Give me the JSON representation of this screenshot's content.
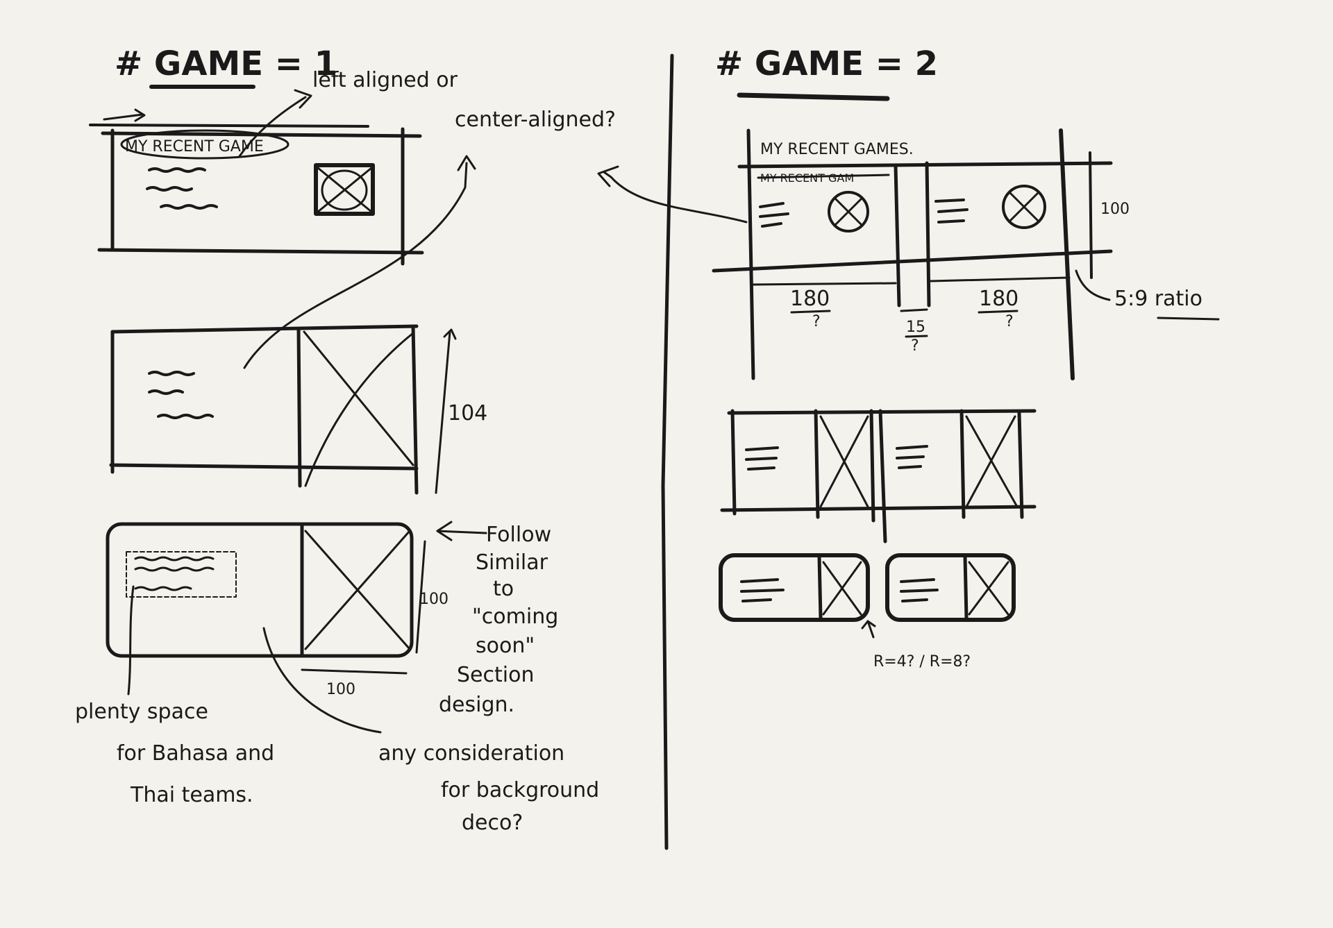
{
  "headings": {
    "game1": "# GAME = 1",
    "game2": "# GAME = 2"
  },
  "notes": {
    "left_aligned_1": "left aligned or",
    "left_aligned_2": "center-aligned?",
    "follow_1": "Follow",
    "follow_2": "Similar",
    "follow_3": "to",
    "follow_4": "\"coming",
    "follow_5": "soon\"",
    "follow_6": "Section",
    "follow_7": "design.",
    "plenty_1": "plenty space",
    "plenty_2": "for Bahasa and",
    "plenty_3": "Thai teams.",
    "any_1": "any consideration",
    "any_2": "for background",
    "any_3": "deco?",
    "ratio": "5:9 ratio",
    "radius": "R=4? / R=8?"
  },
  "labels": {
    "card1_title": "MY RECENT GAME",
    "card2_title": "MY RECENT GAMES.",
    "card2_strike": "MY RECENT GAM"
  },
  "dimensions": {
    "h104": "104",
    "h100_a": "100",
    "w100": "100",
    "h100_b": "100",
    "w180_a": "180",
    "w180_a_q": "?",
    "gap15": "15",
    "gap15_q": "?",
    "w180_b": "180",
    "w180_b_q": "?"
  }
}
